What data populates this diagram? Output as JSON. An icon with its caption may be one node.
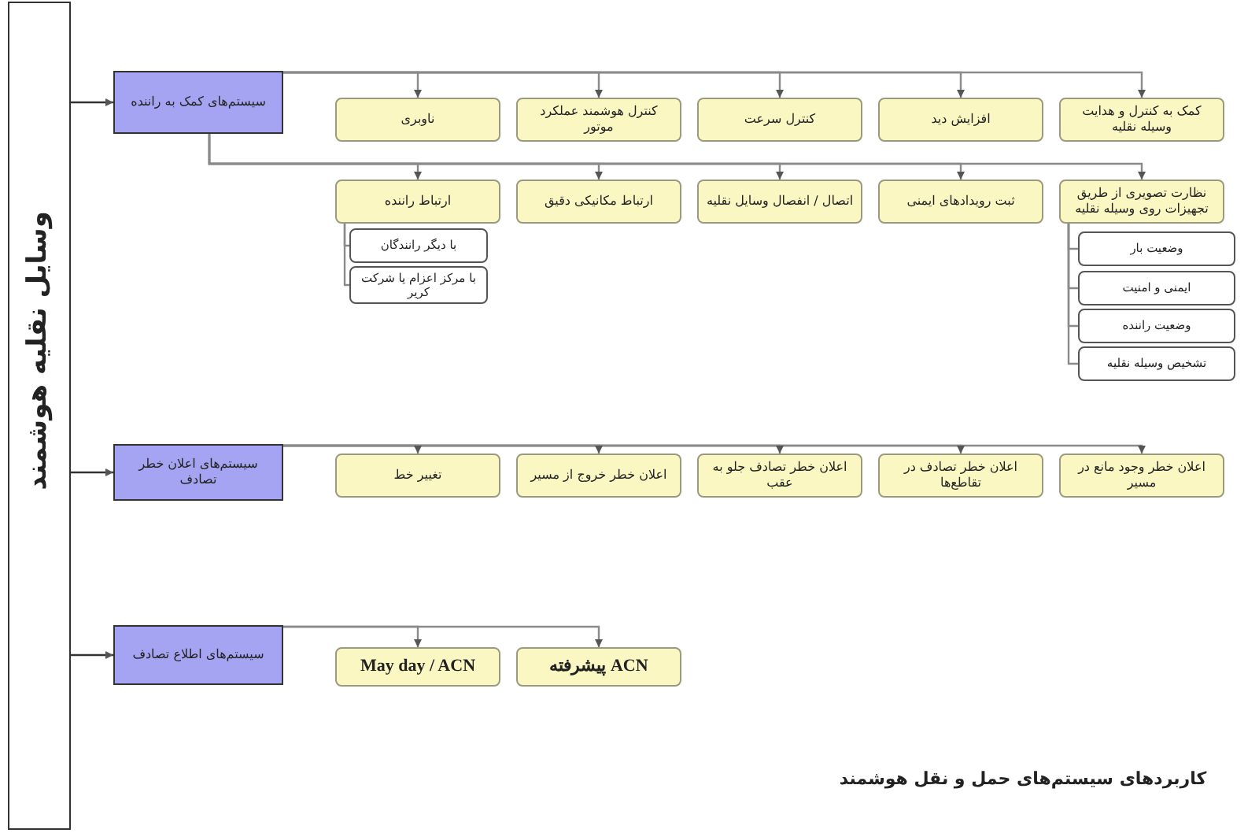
{
  "diagram": {
    "caption": "کاربردهای سیستم‌های حمل و نقل هوشمند",
    "nodes": [
      {
        "text": [
          "وسایل نقلیه هوشمند"
        ]
      },
      {
        "text": [
          "سیستم‌های کمک به راننده"
        ]
      },
      {
        "text": [
          "کمک به کنترل و هدایت وسیله نقلیه"
        ]
      },
      {
        "text": [
          "افزایش دید"
        ]
      },
      {
        "text": [
          "کنترل سرعت"
        ]
      },
      {
        "text": [
          "کنترل هوشمند عملکرد موتور"
        ]
      },
      {
        "text": [
          "ناوبری"
        ]
      },
      {
        "text": [
          "نظارت تصویری از طریق تجهیزات روی وسیله نقلیه"
        ]
      },
      {
        "text": [
          "وضعیت بار"
        ]
      },
      {
        "text": [
          "ایمنی و امنیت"
        ]
      },
      {
        "text": [
          "وضعیت راننده"
        ]
      },
      {
        "text": [
          "تشخیص وسیله نقلیه"
        ]
      },
      {
        "text": [
          "ثبت رویدادهای ایمنی"
        ]
      },
      {
        "text": [
          "اتصال / انفصال وسایل نقلیه"
        ]
      },
      {
        "text": [
          "ارتباط مکانیکی دقیق"
        ]
      },
      {
        "text": [
          "ارتباط راننده"
        ]
      },
      {
        "text": [
          "با دیگر رانندگان"
        ]
      },
      {
        "text": [
          "با مرکز اعزام یا شرکت کریر"
        ]
      },
      {
        "text": [
          "سیستم‌های اعلان خطر تصادف"
        ]
      },
      {
        "text": [
          "اعلان خطر وجود مانع در مسیر"
        ]
      },
      {
        "text": [
          "اعلان خطر تصادف در تقاطع‌ها"
        ]
      },
      {
        "text": [
          "اعلان خطر تصادف جلو به عقب"
        ]
      },
      {
        "text": [
          "اعلان خطر خروج از مسیر"
        ]
      },
      {
        "text": [
          "تغییر خط"
        ]
      },
      {
        "text": [
          "سیستم‌های اطلاع تصادف"
        ]
      },
      {
        "text": [
          "ACN پیشرفته"
        ]
      },
      {
        "text": [
          "May day / ACN"
        ]
      }
    ],
    "edges": [
      {
        "from": 0,
        "to": 1,
        "arrow": "to"
      },
      {
        "from": 0,
        "to": 18,
        "arrow": "to"
      },
      {
        "from": 0,
        "to": 24,
        "arrow": "to"
      },
      {
        "from": 1,
        "to": 2,
        "arrow": "to"
      },
      {
        "from": 1,
        "to": 3,
        "arrow": "to"
      },
      {
        "from": 1,
        "to": 4,
        "arrow": "to"
      },
      {
        "from": 1,
        "to": 5,
        "arrow": "to"
      },
      {
        "from": 1,
        "to": 6,
        "arrow": "to"
      },
      {
        "from": 1,
        "to": 7,
        "arrow": "to"
      },
      {
        "from": 1,
        "to": 12,
        "arrow": "to"
      },
      {
        "from": 1,
        "to": 13,
        "arrow": "to"
      },
      {
        "from": 1,
        "to": 14,
        "arrow": "to"
      },
      {
        "from": 1,
        "to": 15,
        "arrow": "to"
      },
      {
        "from": 7,
        "to": 8,
        "arrow": "none"
      },
      {
        "from": 7,
        "to": 9,
        "arrow": "none"
      },
      {
        "from": 7,
        "to": 10,
        "arrow": "none"
      },
      {
        "from": 7,
        "to": 11,
        "arrow": "none"
      },
      {
        "from": 15,
        "to": 16,
        "arrow": "none"
      },
      {
        "from": 15,
        "to": 17,
        "arrow": "none"
      },
      {
        "from": 18,
        "to": 19,
        "arrow": "to"
      },
      {
        "from": 18,
        "to": 20,
        "arrow": "to"
      },
      {
        "from": 18,
        "to": 21,
        "arrow": "to"
      },
      {
        "from": 18,
        "to": 22,
        "arrow": "to"
      },
      {
        "from": 18,
        "to": 23,
        "arrow": "to"
      },
      {
        "from": 24,
        "to": 25,
        "arrow": "to"
      },
      {
        "from": 24,
        "to": 26,
        "arrow": "to"
      }
    ]
  }
}
